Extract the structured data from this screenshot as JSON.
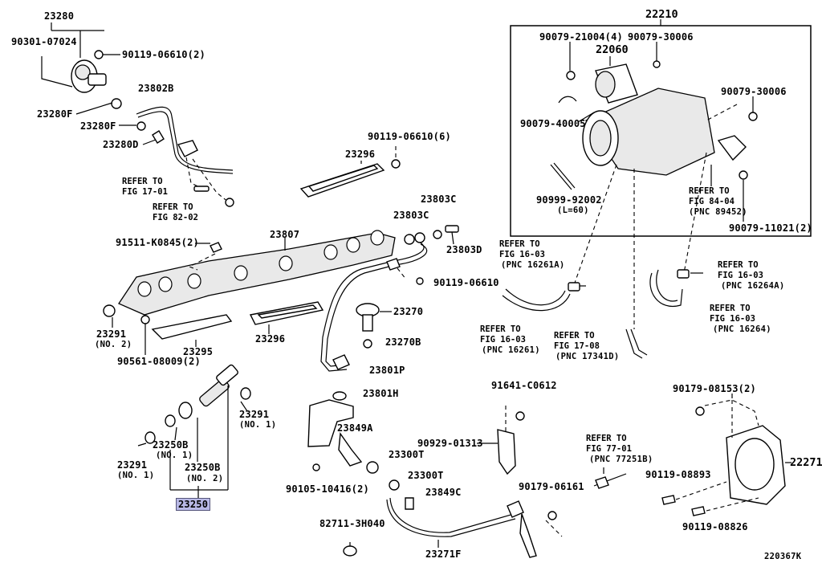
{
  "figure_id": "220367K",
  "highlighted_part": "23250",
  "labels": {
    "p23280": "23280",
    "p90301": "90301-07024",
    "p90119a": "90119-06610(2)",
    "p23280F1": "23280F",
    "p23280F2": "23280F",
    "p23280D": "23280D",
    "p23802B": "23802B",
    "ref1701a": "REFER TO",
    "ref1701b": "FIG 17-01",
    "ref8202a": "REFER TO",
    "ref8202b": "FIG 82-02",
    "p90119b": "90119-06610(6)",
    "p23296a": "23296",
    "p23803Ca": "23803C",
    "p23803Cb": "23803C",
    "p23803D": "23803D",
    "p91511": "91511-K0845(2)",
    "p23807": "23807",
    "p90119c": "90119-06610",
    "p23270": "23270",
    "p23270B": "23270B",
    "p23801P": "23801P",
    "p23801H": "23801H",
    "p23291a": "23291",
    "no2a": "(NO. 2)",
    "p90561": "90561-08009(2)",
    "p23295": "23295",
    "p23296b": "23296",
    "p23291b": "23291",
    "no1b": "(NO. 1)",
    "p23849A": "23849A",
    "p23250B1": "23250B",
    "no1c": "(NO. 1)",
    "p23291c": "23291",
    "no1d": "(NO. 1)",
    "p23250B2": "23250B",
    "no2e": "(NO. 2)",
    "p23250": "23250",
    "p23300T1": "23300T",
    "p23300T2": "23300T",
    "p23849C": "23849C",
    "p90105": "90105-10416(2)",
    "p82711": "82711-3H040",
    "p23271F": "23271F",
    "p91641": "91641-C0612",
    "p90929": "90929-01313",
    "ref7701a": "REFER TO",
    "ref7701b": "FIG 77-01",
    "ref7701c": "(PNC 77251B)",
    "p90179a": "90179-06161",
    "p90179b": "90179-08153(2)",
    "p90119d": "90119-08893",
    "p22271": "22271",
    "p90119e": "90119-08826",
    "p22210": "22210",
    "p90079a": "90079-21004(4)",
    "p90079b": "90079-30006",
    "p22060": "22060",
    "p90079c": "90079-30006",
    "p90079d": "90079-40005",
    "p90999": "90999-92002",
    "l60": "(L=60)",
    "ref8404a": "REFER TO",
    "ref8404b": "FIG 84-04",
    "ref8404c": "(PNC 89452)",
    "p90079e": "90079-11021(2)",
    "ref1603aa": "REFER TO",
    "ref1603ab": "FIG 16-03",
    "ref1603ac": "(PNC 16261A)",
    "ref1603ba": "REFER TO",
    "ref1603bb": "FIG 16-03",
    "ref1603bc": "(PNC 16264A)",
    "ref1603ca": "REFER TO",
    "ref1603cb": "FIG 16-03",
    "ref1603cc": "(PNC 16264)",
    "ref1603da": "REFER TO",
    "ref1603db": "FIG 16-03",
    "ref1603dc": "(PNC 16261)",
    "ref1708a": "REFER TO",
    "ref1708b": "FIG 17-08",
    "ref1708c": "(PNC 17341D)"
  }
}
